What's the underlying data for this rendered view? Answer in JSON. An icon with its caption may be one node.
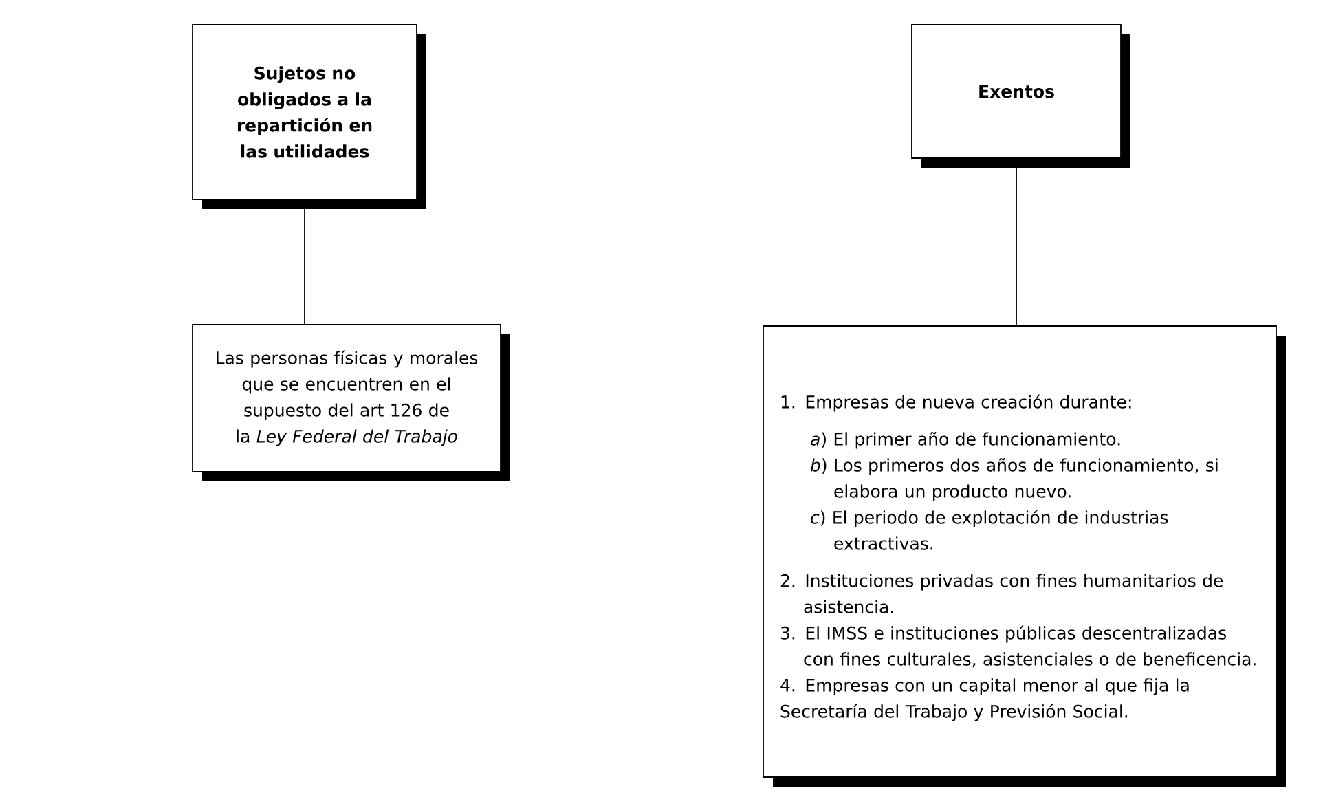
{
  "diagram": {
    "nodes": [
      {
        "text": [
          "Sujetos no obligados a la repartición en las utilidades"
        ]
      },
      {
        "text": [
          "Las personas físicas y morales que se encuentren en el supuesto del art 126 de la *Ley Federal del Trabajo*"
        ]
      },
      {
        "text": [
          "Exentos"
        ]
      },
      {
        "text": [
          "1. Empresas de nueva creación durante:",
          "*a*) El primer año de funcionamiento.",
          "*b*) Los primeros dos años de funcionamiento, si elabora un producto nuevo.",
          "*c*) El periodo de explotación de industrias extractivas.",
          "2. Instituciones privadas con fines humanitarios de asistencia.",
          "3. El IMSS e instituciones públicas descentralizadas con fines culturales, asistenciales o de beneficencia.",
          "4. Empresas con un capital menor al que fija la Secretaría del Trabajo y Previsión Social."
        ]
      }
    ],
    "edges": [
      {
        "from": 0,
        "to": 1,
        "arrow": "none"
      },
      {
        "from": 2,
        "to": 3,
        "arrow": "none"
      }
    ]
  }
}
